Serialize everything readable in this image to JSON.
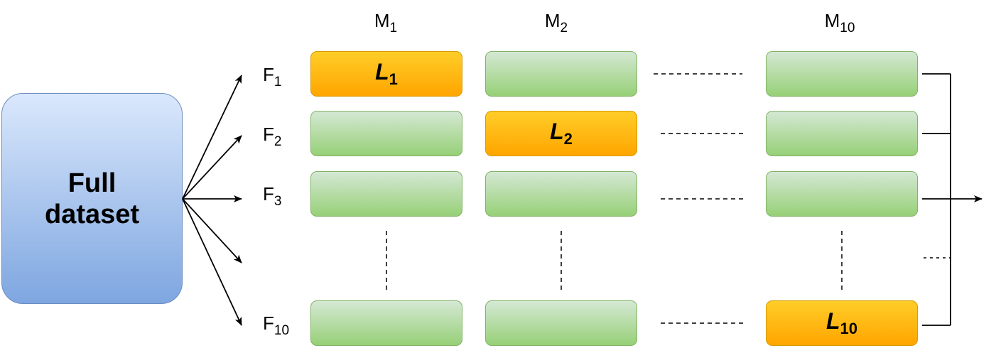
{
  "dataset": {
    "label": "Full dataset"
  },
  "columns": [
    {
      "name": "M",
      "index": "1"
    },
    {
      "name": "M",
      "index": "2"
    },
    {
      "name": "M",
      "index": "10"
    }
  ],
  "rows": [
    {
      "name": "F",
      "index": "1"
    },
    {
      "name": "F",
      "index": "2"
    },
    {
      "name": "F",
      "index": "3"
    },
    {
      "name": "F",
      "index": "10"
    }
  ],
  "highlights": [
    {
      "name": "L",
      "index": "1"
    },
    {
      "name": "L",
      "index": "2"
    },
    {
      "name": "L",
      "index": "10"
    }
  ],
  "colors": {
    "green_fill_top": "#d5e8d4",
    "green_fill_bottom": "#97d077",
    "green_border": "#82b366",
    "orange_fill_top": "#ffcd28",
    "orange_fill_bottom": "#ffa500",
    "orange_border": "#d79b00",
    "blue_fill_top": "#dae8fc",
    "blue_fill_bottom": "#7ea6e0",
    "blue_border": "#6c8ebf"
  }
}
